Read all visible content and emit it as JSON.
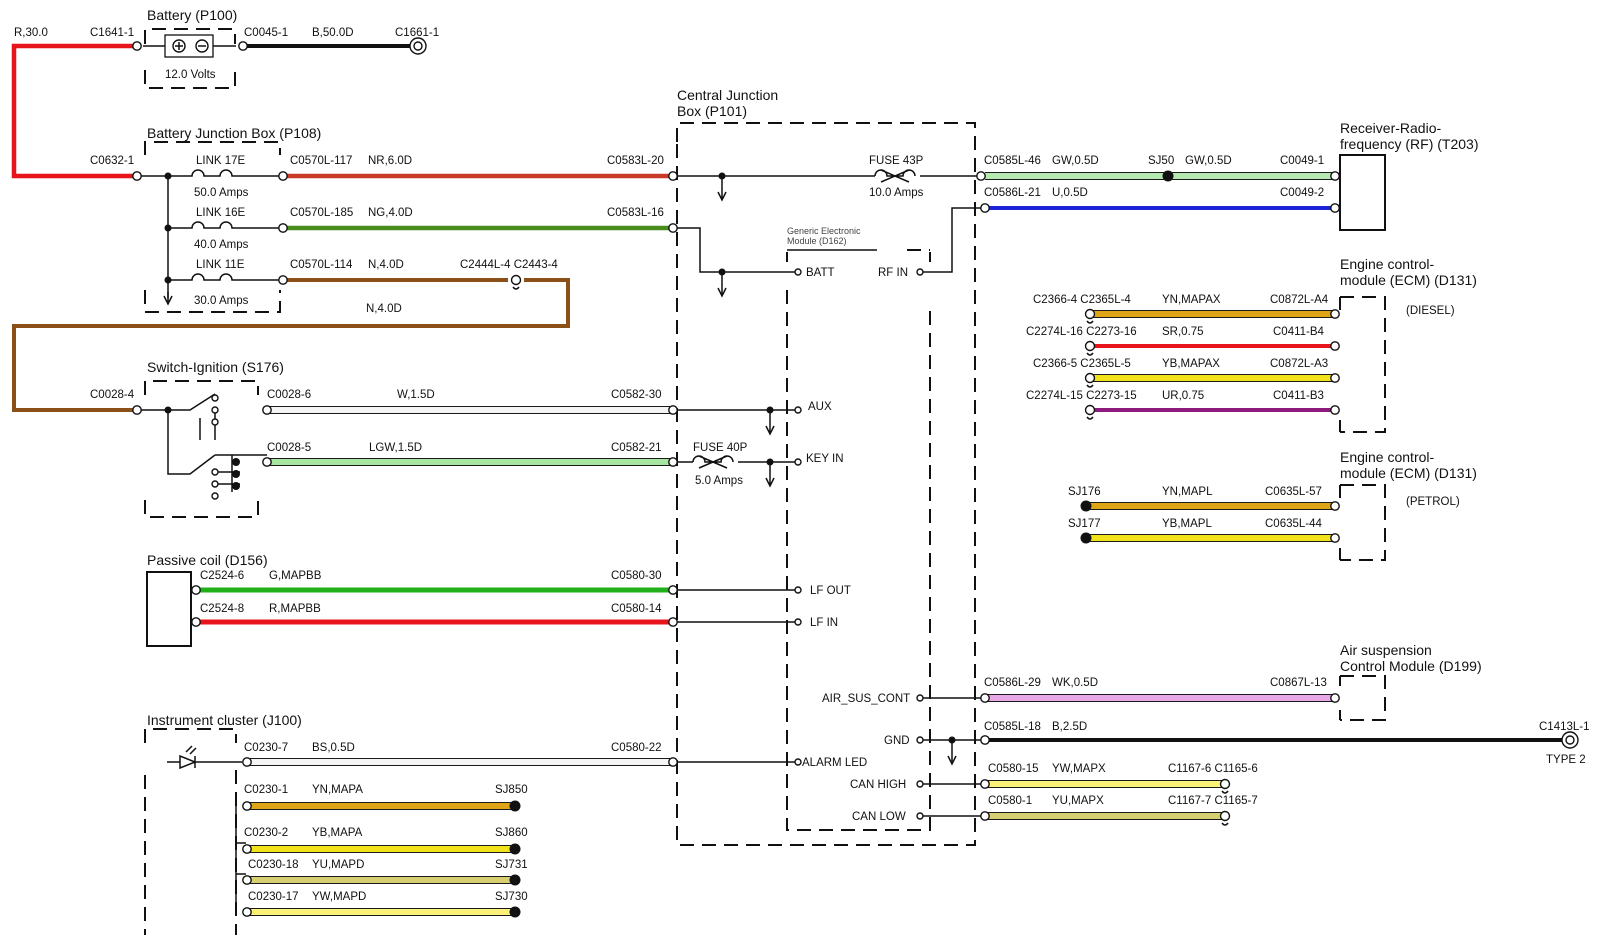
{
  "components": {
    "battery": {
      "title": "Battery (P100)",
      "rating": "12.0 Volts"
    },
    "bjb": {
      "title": "Battery Junction Box (P108)"
    },
    "cjb": {
      "title_line1": "Central Junction",
      "title_line2": "Box (P101)"
    },
    "gem": {
      "title_line1": "Generic Electronic",
      "title_line2": "Module (D162)"
    },
    "ignition": {
      "title": "Switch-Ignition (S176)"
    },
    "passive_coil": {
      "title": "Passive coil (D156)"
    },
    "cluster": {
      "title": "Instrument cluster (J100)"
    },
    "receiver": {
      "title_line1": "Receiver-Radio-",
      "title_line2": "frequency (RF) (T203)"
    },
    "ecm_diesel": {
      "title_line1": "Engine control-",
      "title_line2": "module (ECM) (D131)",
      "variant": "(DIESEL)"
    },
    "ecm_petrol": {
      "title_line1": "Engine control-",
      "title_line2": "module (ECM) (D131)",
      "variant": "(PETROL)"
    },
    "air_susp": {
      "title_line1": "Air suspension",
      "title_line2": "Control Module (D199)"
    }
  },
  "labels": {
    "bat_pos_wire": "R,30.0",
    "bat_pos_conn": "C1641-1",
    "bat_neg_conn": "C0045-1",
    "bat_neg_wire": "B,50.0D",
    "bat_ground_conn": "C1661-1",
    "bjb_in_conn": "C0632-1",
    "link1_name": "LINK 17E",
    "link1_amps": "50.0 Amps",
    "link2_name": "LINK 16E",
    "link2_amps": "40.0 Amps",
    "link3_name": "LINK 11E",
    "link3_amps": "30.0 Amps",
    "w1_conn": "C0570L-117",
    "w1_spec": "NR,6.0D",
    "w1_end": "C0583L-20",
    "w2_conn": "C0570L-185",
    "w2_spec": "NG,4.0D",
    "w2_end": "C0583L-16",
    "w3_conn": "C0570L-114",
    "w3_spec": "N,4.0D",
    "w3_inline": "C2444L-4 C2443-4",
    "w3_spec2": "N,4.0D",
    "fuse43_name": "FUSE 43P",
    "fuse43_amps": "10.0 Amps",
    "rf1_conn": "C0585L-46",
    "rf1_spec": "GW,0.5D",
    "rf1_splice": "SJ50",
    "rf1_spec2": "GW,0.5D",
    "rf1_end": "C0049-1",
    "rf2_conn": "C0586L-21",
    "rf2_spec": "U,0.5D",
    "rf2_end": "C0049-2",
    "pin_batt": "BATT",
    "pin_rfin": "RF IN",
    "ign_in_conn": "C0028-4",
    "ign1_conn": "C0028-6",
    "ign1_spec": "W,1.5D",
    "ign1_end": "C0582-30",
    "ign2_conn": "C0028-5",
    "ign2_spec": "LGW,1.5D",
    "ign2_end": "C0582-21",
    "fuse40_name": "FUSE 40P",
    "fuse40_amps": "5.0 Amps",
    "pin_aux": "AUX",
    "pin_keyin": "KEY IN",
    "d1_conn": "C2366-4 C2365L-4",
    "d1_spec": "YN,MAPAX",
    "d1_end": "C0872L-A4",
    "d2_conn": "C2274L-16 C2273-16",
    "d2_spec": "SR,0.75",
    "d2_end": "C0411-B4",
    "d3_conn": "C2366-5 C2365L-5",
    "d3_spec": "YB,MAPAX",
    "d3_end": "C0872L-A3",
    "d4_conn": "C2274L-15 C2273-15",
    "d4_spec": "UR,0.75",
    "d4_end": "C0411-B3",
    "p1_splice": "SJ176",
    "p1_spec": "YN,MAPL",
    "p1_end": "C0635L-57",
    "p2_splice": "SJ177",
    "p2_spec": "YB,MAPL",
    "p2_end": "C0635L-44",
    "pc1_conn": "C2524-6",
    "pc1_spec": "G,MAPBB",
    "pc1_end": "C0580-30",
    "pc2_conn": "C2524-8",
    "pc2_spec": "R,MAPBB",
    "pc2_end": "C0580-14",
    "pin_lfout": "LF OUT",
    "pin_lfin": "LF IN",
    "pin_airsus": "AIR_SUS_CONT",
    "as_conn": "C0586L-29",
    "as_spec": "WK,0.5D",
    "as_end": "C0867L-13",
    "pin_gnd": "GND",
    "gnd_conn": "C0585L-18",
    "gnd_spec": "B,2.5D",
    "gnd_end": "C1413L-1",
    "gnd_type": "TYPE 2",
    "pin_alarm": "ALARM LED",
    "ic1_conn": "C0230-7",
    "ic1_spec": "BS,0.5D",
    "ic1_end": "C0580-22",
    "pin_canhi": "CAN HIGH",
    "can1_conn": "C0580-15",
    "can1_spec": "YW,MAPX",
    "can1_end": "C1167-6 C1165-6",
    "pin_canlo": "CAN LOW",
    "can2_conn": "C0580-1",
    "can2_spec": "YU,MAPX",
    "can2_end": "C1167-7 C1165-7",
    "ic2_conn": "C0230-1",
    "ic2_spec": "YN,MAPA",
    "ic2_end": "SJ850",
    "ic3_conn": "C0230-2",
    "ic3_spec": "YB,MAPA",
    "ic3_end": "SJ860",
    "ic4_conn": "C0230-18",
    "ic4_spec": "YU,MAPD",
    "ic4_end": "SJ731",
    "ic5_conn": "C0230-17",
    "ic5_spec": "YW,MAPD",
    "ic5_end": "SJ730"
  },
  "wire_colors": {
    "red": "#e8141b",
    "black": "#111111",
    "brown_red": "#c8392a",
    "green": "#4a8c1c",
    "brown": "#8b5018",
    "white": "#f4f4f4",
    "light_green": "#a6e6a0",
    "green_white": "#b6e8b2",
    "blue": "#1e22d8",
    "yellow_brown": "#e0a516",
    "yellow": "#f2e21a",
    "purple": "#8e1a7e",
    "pink_white": "#e8a8e8",
    "yellow_white": "#fbf27a",
    "yellow_blue": "#d8d070",
    "bright_green": "#22b01a"
  }
}
